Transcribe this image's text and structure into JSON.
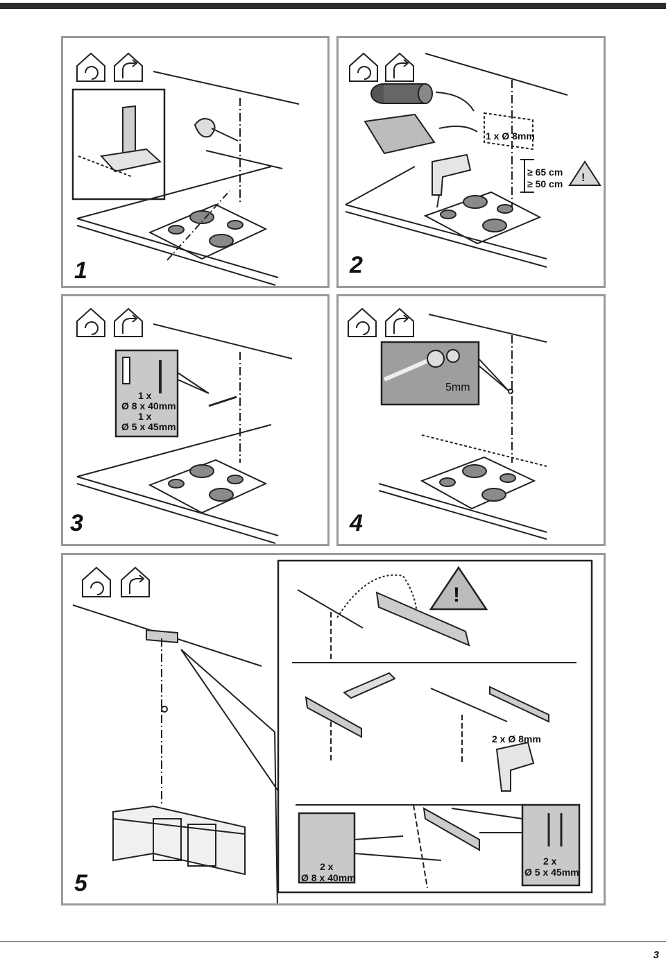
{
  "steps": [
    {
      "number": "1"
    },
    {
      "number": "2",
      "drill": "1 x Ø 8mm",
      "clearance_electric": "≥ 65 cm",
      "clearance_gas": "≥ 50 cm",
      "warning": "!"
    },
    {
      "number": "3",
      "plug_count": "1 x",
      "plug_size": "Ø 8 x 40mm",
      "screw_count": "1 x",
      "screw_size": "Ø 5 x 45mm"
    },
    {
      "number": "4",
      "gap": "5mm"
    },
    {
      "number": "5",
      "warning": "!",
      "drill": "2 x Ø 8mm",
      "plug_count": "2 x",
      "plug_size": "Ø 8 x 40mm",
      "screw_count": "2 x",
      "screw_size": "Ø 5 x 45mm"
    }
  ],
  "page_number": "3"
}
